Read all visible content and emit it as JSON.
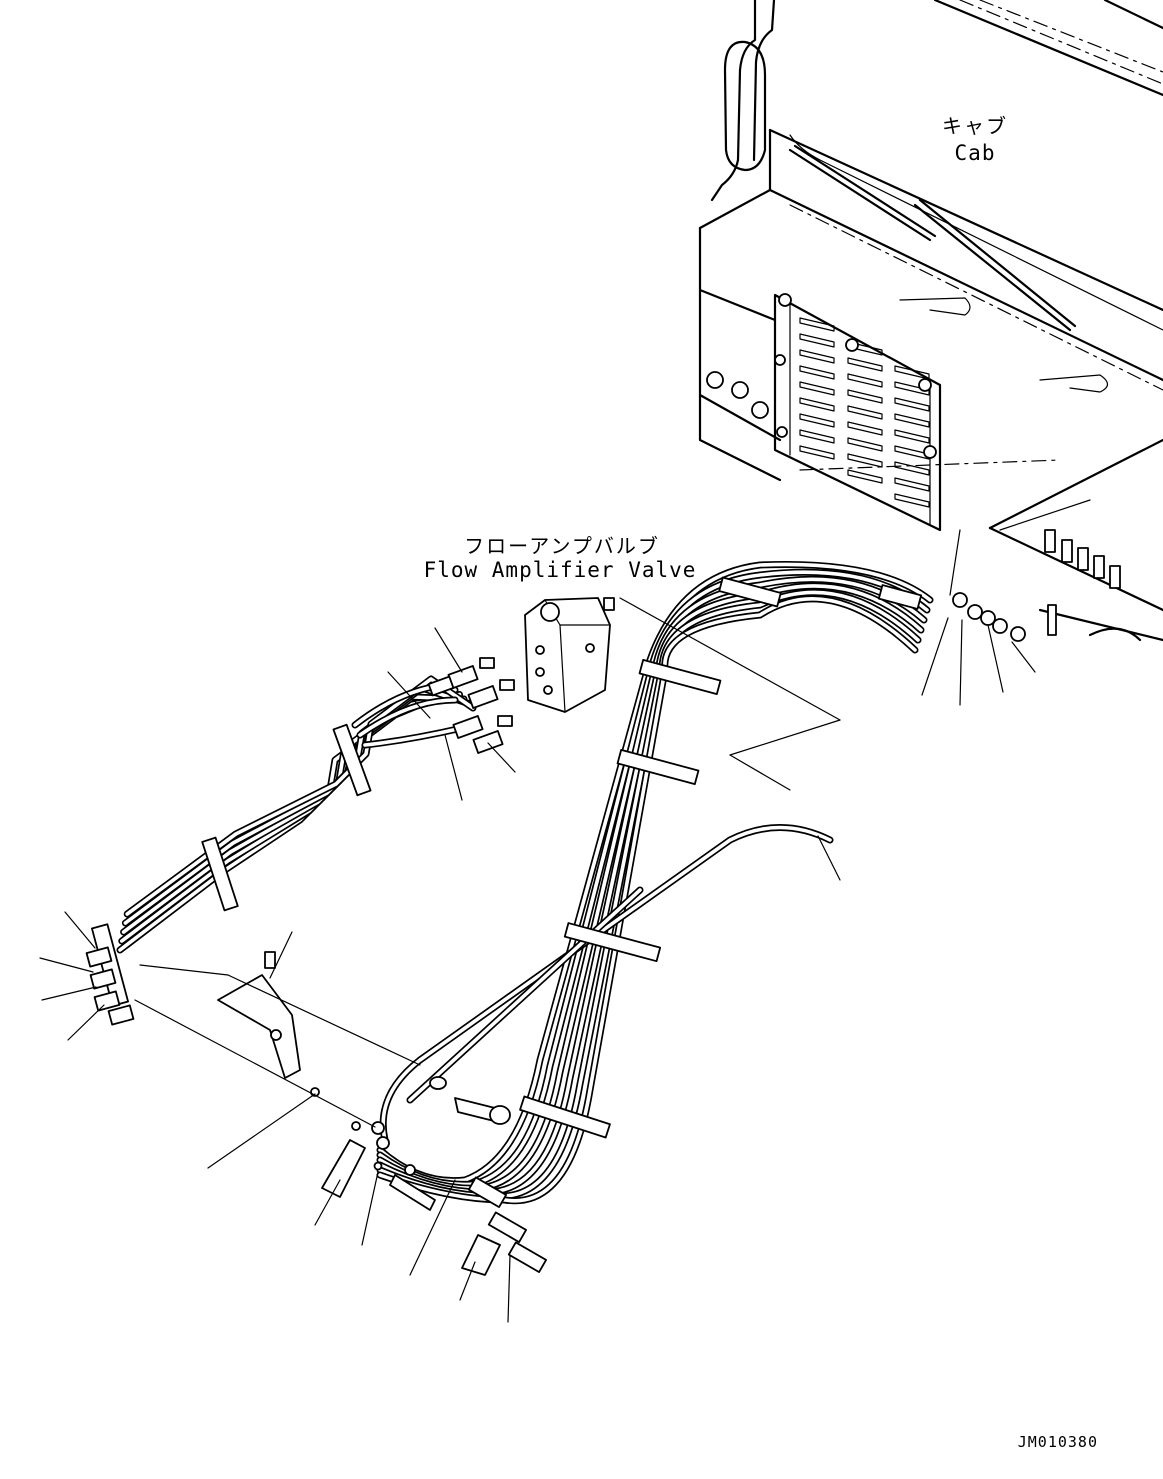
{
  "labels": {
    "cab_jp": "キャブ",
    "cab_en": "Cab",
    "valve_jp": "フローアンプバルブ",
    "valve_en": "Flow Amplifier Valve",
    "drawing_code": "JM010380"
  },
  "colors": {
    "line": "#000000",
    "background": "#ffffff"
  }
}
